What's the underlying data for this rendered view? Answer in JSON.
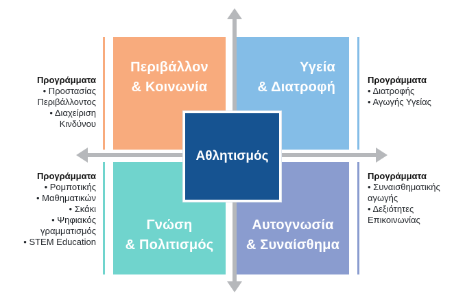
{
  "center": {
    "label": "Αθλητισμός"
  },
  "quadrants": {
    "top_left": {
      "line1": "Περιβάλλον",
      "line2": "& Κοινωνία",
      "color": "#f8ab7d"
    },
    "top_right": {
      "line1": "Υγεία",
      "line2": "& Διατροφή",
      "color": "#84bde7"
    },
    "bottom_left": {
      "line1": "Γνώση",
      "line2": "& Πολιτισμός",
      "color": "#70d4cd"
    },
    "bottom_right": {
      "line1": "Αυτογνωσία",
      "line2": "& Συναίσθημα",
      "color": "#8a9ccf"
    }
  },
  "programs": {
    "top_left": {
      "heading": "Προγράμματα",
      "items": [
        "• Προστασίας",
        "Περιβάλλοντος",
        "• Διαχείριση",
        "Κινδύνου"
      ]
    },
    "top_right": {
      "heading": "Προγράμματα",
      "items": [
        "• Διατροφής",
        "• Αγωγής Υγείας"
      ]
    },
    "bottom_left": {
      "heading": "Προγράμματα",
      "items": [
        "• Ρομποτικής",
        "• Μαθηματικών",
        "• Σκάκι",
        "• Ψηφιακός",
        "γραμματισμός",
        "• STEM Education"
      ]
    },
    "bottom_right": {
      "heading": "Προγράμματα",
      "items": [
        "• Συναισθηματικής",
        "αγωγής",
        "• Δεξιότητες",
        "Επικοινωνίας"
      ]
    }
  }
}
